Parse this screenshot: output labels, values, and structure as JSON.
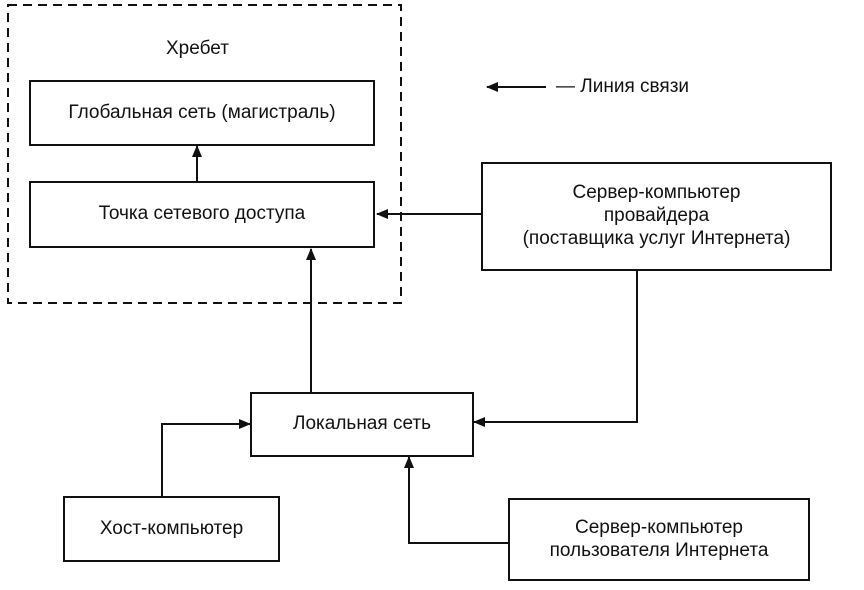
{
  "backbone": {
    "title": "Хребет"
  },
  "legend": {
    "text": "— Линия связи"
  },
  "nodes": {
    "global_net": {
      "label": "Глобальная сеть (магистраль)"
    },
    "access_point": {
      "label": "Точка сетевого доступа"
    },
    "provider_server": {
      "lines": [
        "Сервер-компьютер",
        "провайдера",
        "(поставщика услуг Интернета)"
      ]
    },
    "local_net": {
      "label": "Локальная сеть"
    },
    "host": {
      "label": "Хост-компьютер"
    },
    "user_server": {
      "lines": [
        "Сервер-компьютер",
        "пользователя Интернета"
      ]
    }
  },
  "colors": {
    "line": "#111111",
    "background": "#ffffff"
  }
}
